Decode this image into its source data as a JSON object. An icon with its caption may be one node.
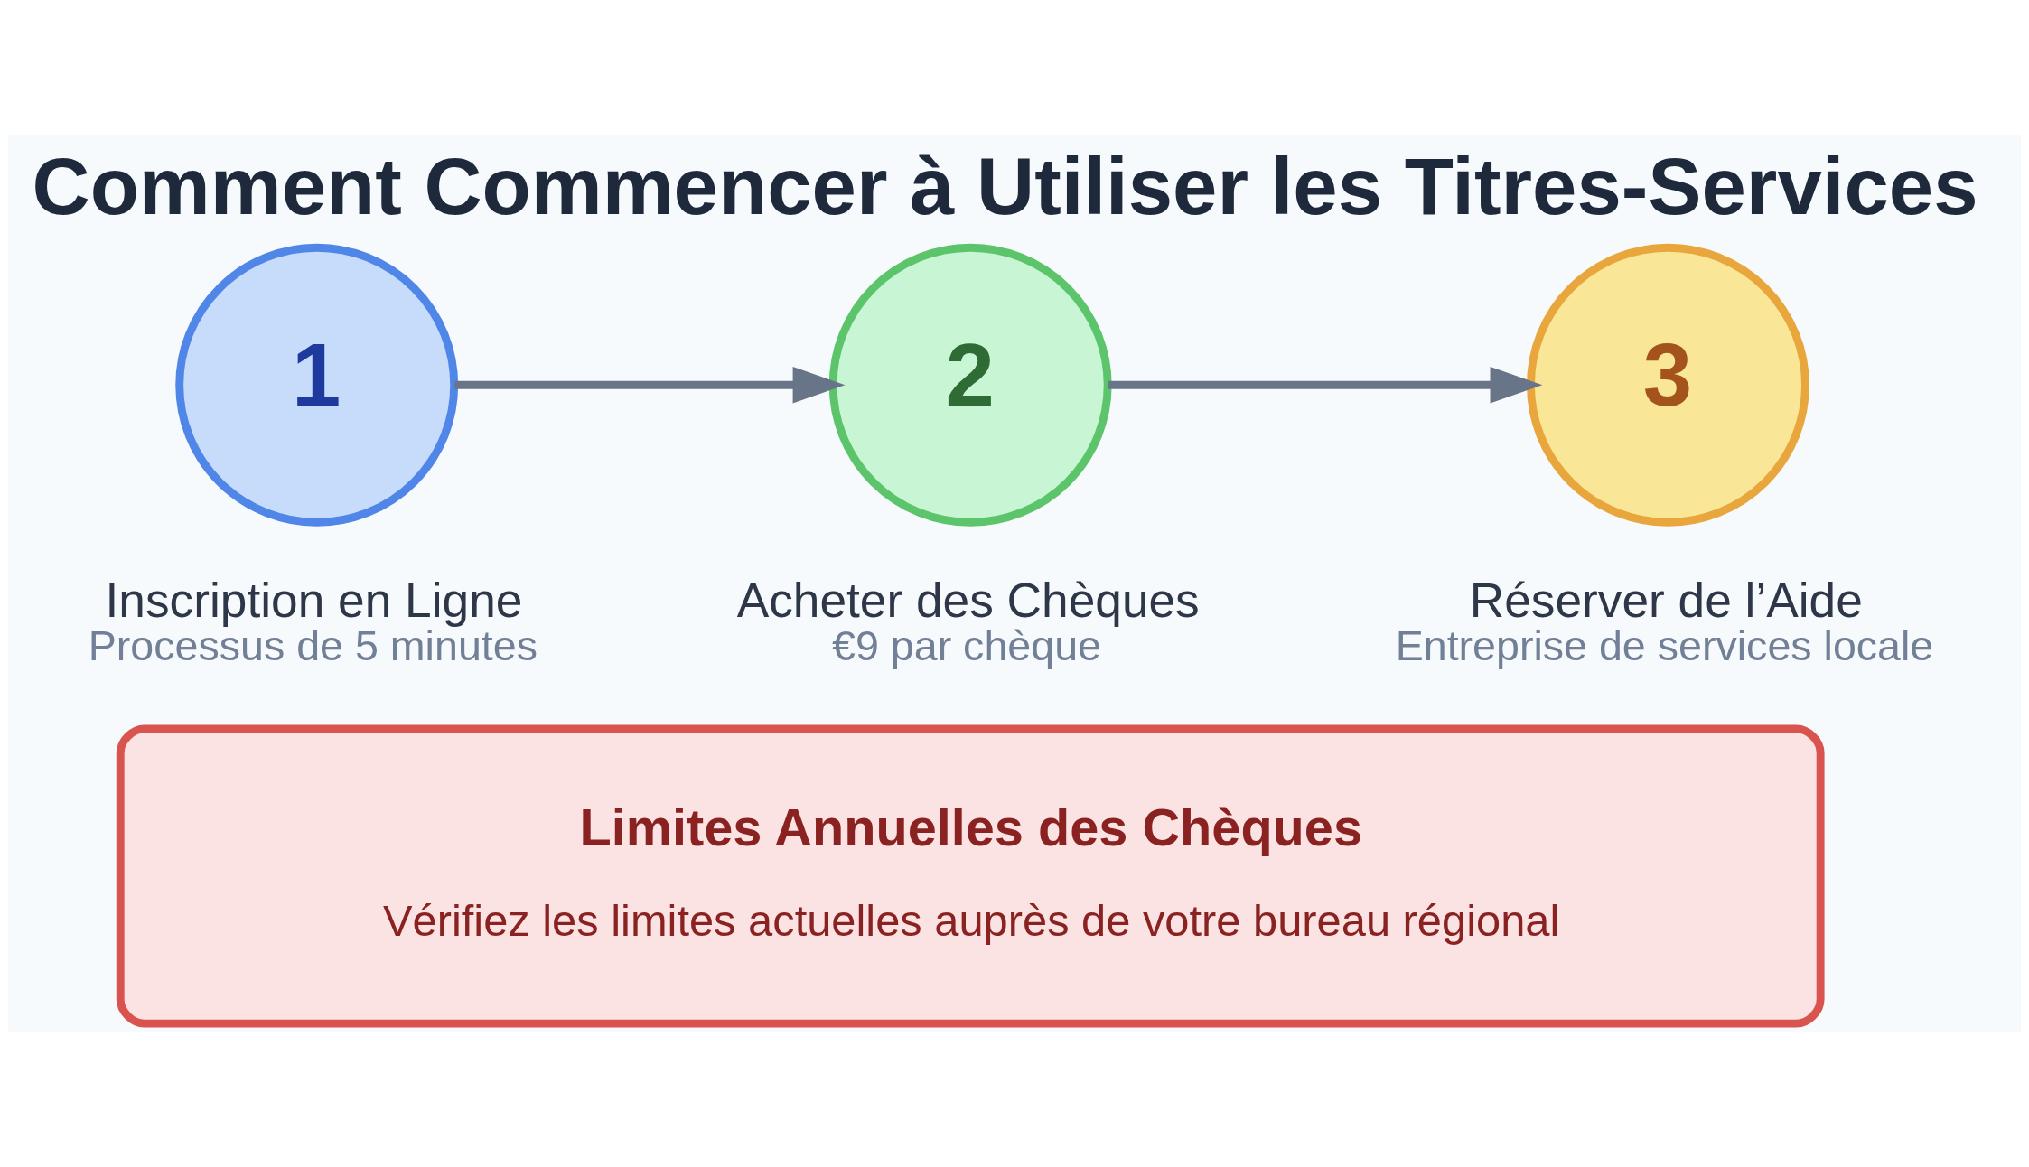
{
  "diagram": {
    "title": "Comment Commencer à Utiliser les Titres-Services",
    "nodes": [
      {
        "text": [
          "1"
        ],
        "beside": [
          "Inscription en Ligne",
          "Processus de 5 minutes"
        ]
      },
      {
        "text": [
          "2"
        ],
        "beside": [
          "Acheter des Chèques",
          "€9 par chèque"
        ]
      },
      {
        "text": [
          "3"
        ],
        "beside": [
          "Réserver de l’Aide",
          "Entreprise de services locale"
        ]
      },
      {
        "text": [
          "Limites Annuelles des Chèques",
          "Vérifiez les limites actuelles auprès de votre bureau régional"
        ]
      }
    ],
    "edges": [
      {
        "from": 0,
        "to": 1,
        "arrow": "to"
      },
      {
        "from": 1,
        "to": 2,
        "arrow": "to"
      }
    ]
  }
}
